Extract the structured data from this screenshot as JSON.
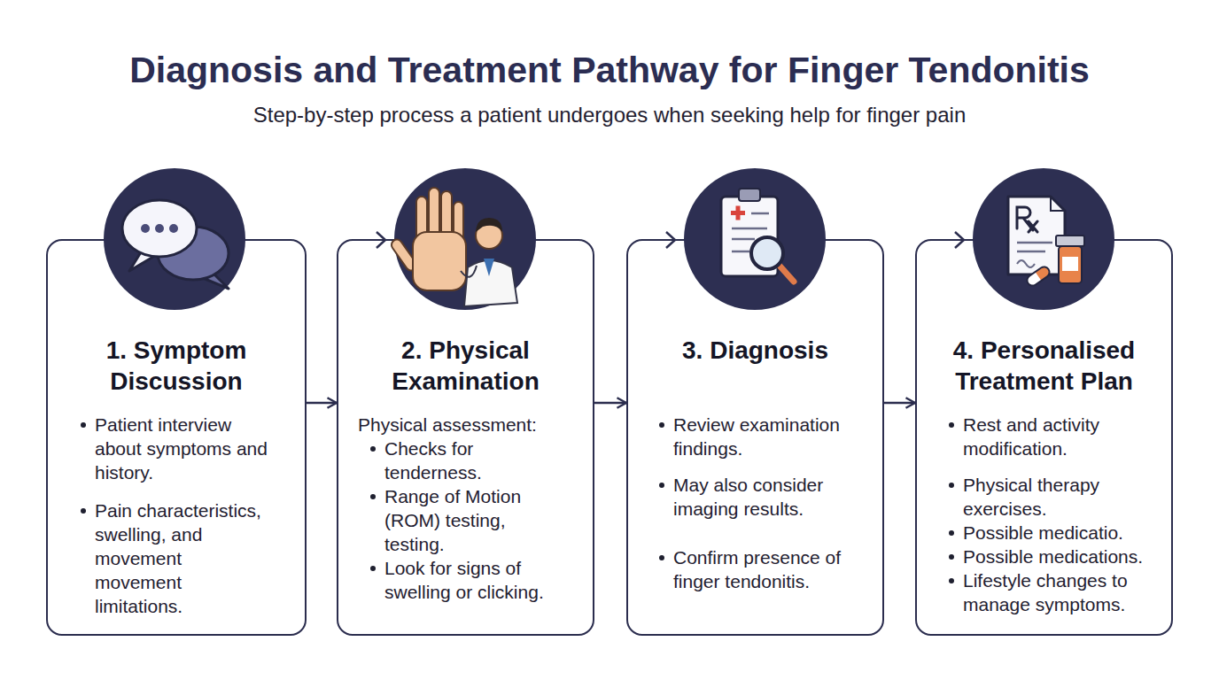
{
  "diagram": {
    "title": "Diagnosis and Treatment Pathway for Finger Tendonitis",
    "caption": "Step-by-step process a patient undergoes when seeking help for finger pain",
    "nodes": [
      {
        "text": [
          "1. Symptom Discussion",
          "Patient interview about symptoms and history.",
          "Pain characteristics, swelling, and movement movement limitations."
        ]
      },
      {
        "text": [
          "2. Physical Examination",
          "Physical assessment:",
          "Checks for tenderness.",
          "Range of Motion (ROM) testing, testing.",
          "Look for signs of swelling or clicking."
        ]
      },
      {
        "text": [
          "3. Diagnosis",
          "Review examination findings.",
          "May also consider imaging results.",
          "Confirm presence of finger tendonitis."
        ]
      },
      {
        "text": [
          "4. Personalised Treatment Plan",
          "Rest and activity modification.",
          "Physical therapy exercises.",
          "Possible medicatio.",
          "Possible medications.",
          "Lifestyle changes to manage symptoms."
        ]
      }
    ],
    "edges": [
      {
        "from": 0,
        "to": 1,
        "arrow": "to"
      },
      {
        "from": 1,
        "to": 2,
        "arrow": "to"
      },
      {
        "from": 2,
        "to": 3,
        "arrow": "to"
      }
    ]
  }
}
